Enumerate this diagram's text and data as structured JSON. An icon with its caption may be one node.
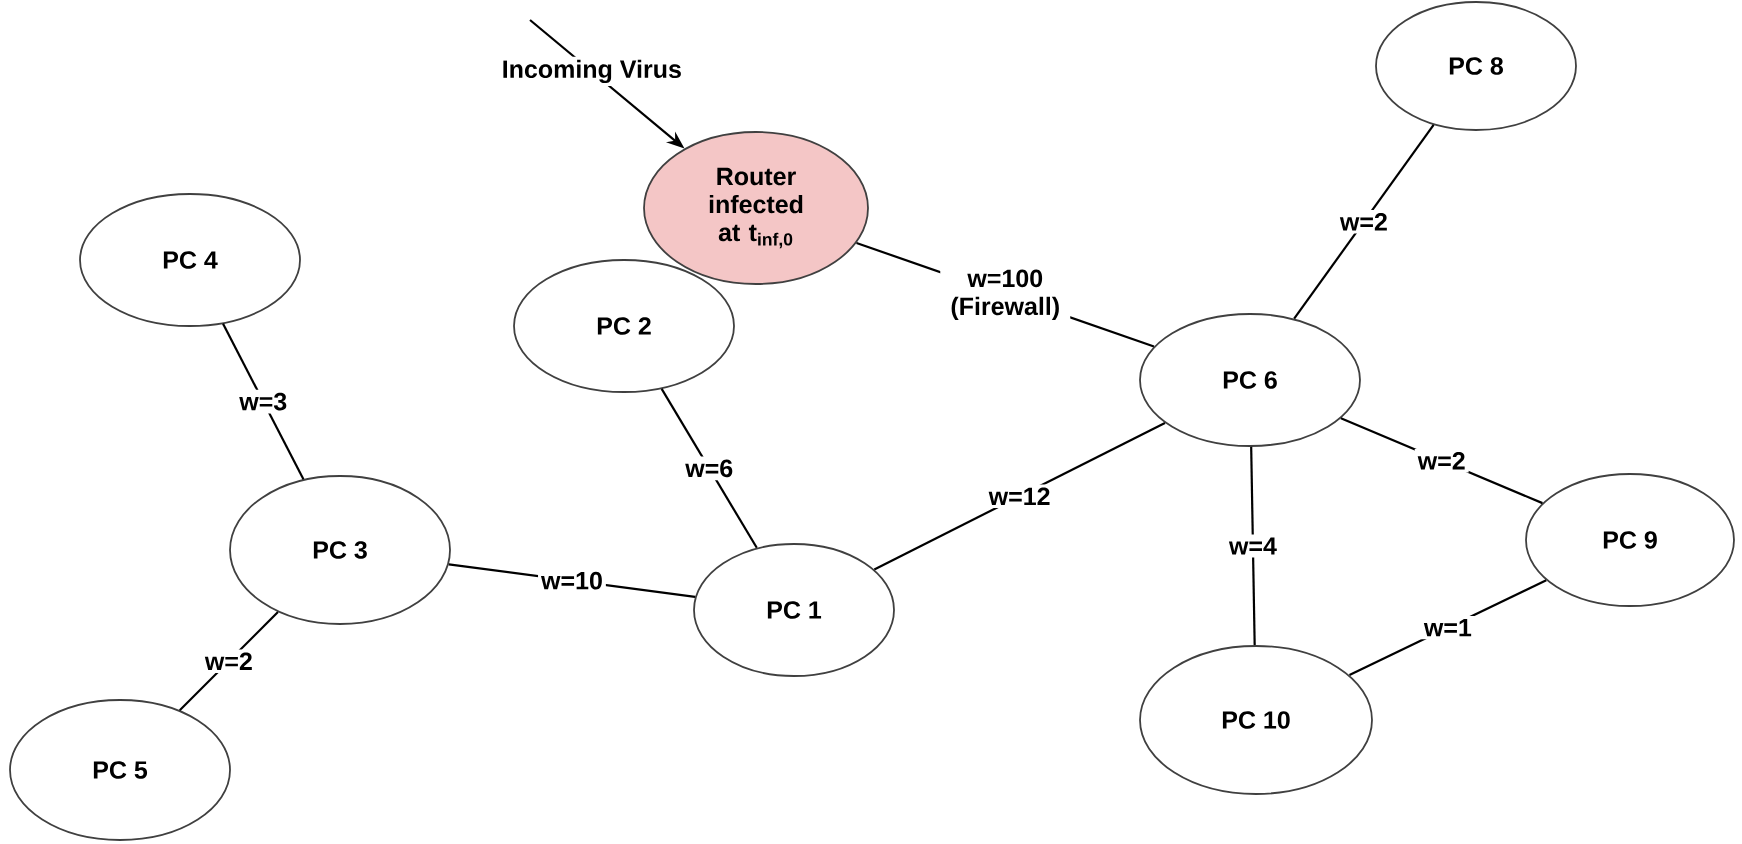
{
  "diagram": {
    "nodes": [
      {
        "text": [
          "Router infected at t$_{inf,0}$"
        ]
      },
      {
        "text": [
          "PC 8"
        ]
      },
      {
        "text": [
          "PC 4"
        ]
      },
      {
        "text": [
          "PC 2"
        ]
      },
      {
        "text": [
          "PC 6"
        ]
      },
      {
        "text": [
          "PC 3"
        ]
      },
      {
        "text": [
          "PC 9"
        ]
      },
      {
        "text": [
          "PC 1"
        ]
      },
      {
        "text": [
          "PC 10"
        ]
      },
      {
        "text": [
          "PC 5"
        ]
      }
    ],
    "edges": [
      {
        "from": null,
        "to": 0,
        "arrow": "to",
        "label": "Incoming Virus"
      },
      {
        "from": 0,
        "to": 4,
        "arrow": "none",
        "label": "w=100 (Firewall)"
      },
      {
        "from": 1,
        "to": 4,
        "arrow": "none",
        "label": "w=2"
      },
      {
        "from": 2,
        "to": 5,
        "arrow": "none",
        "label": "w=3"
      },
      {
        "from": 3,
        "to": 7,
        "arrow": "none",
        "label": "w=6"
      },
      {
        "from": 4,
        "to": 7,
        "arrow": "none",
        "label": "w=12"
      },
      {
        "from": 4,
        "to": 6,
        "arrow": "none",
        "label": "w=2"
      },
      {
        "from": 4,
        "to": 8,
        "arrow": "none",
        "label": "w=4"
      },
      {
        "from": 5,
        "to": 7,
        "arrow": "none",
        "label": "w=10"
      },
      {
        "from": 8,
        "to": 6,
        "arrow": "none",
        "label": "w=1"
      },
      {
        "from": 5,
        "to": 9,
        "arrow": "none",
        "label": "w=2"
      }
    ]
  }
}
